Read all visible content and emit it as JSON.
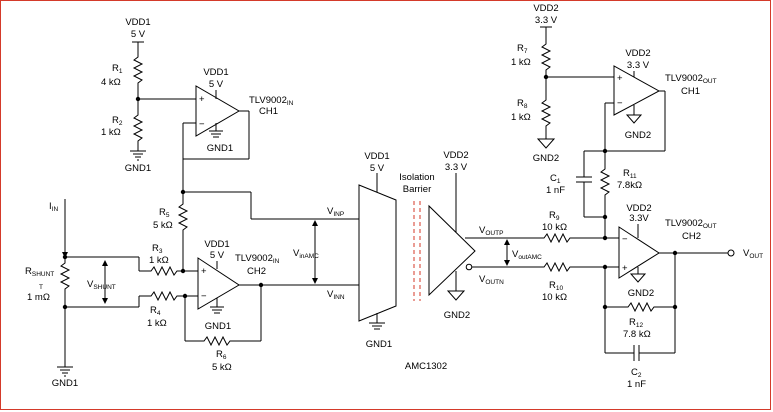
{
  "supplies": {
    "vdd1_top": "VDD1",
    "vdd1_top_v": "5 V",
    "vdd1_op1": "VDD1",
    "vdd1_op1_v": "5 V",
    "vdd1_op2": "VDD1",
    "vdd1_op2_v": "5 V",
    "vdd1_amc": "VDD1",
    "vdd1_amc_v": "5 V",
    "vdd2_amc": "VDD2",
    "vdd2_amc_v": "3.3 V",
    "vdd2_top": "VDD2",
    "vdd2_top_v": "3.3 V",
    "vdd2_op3": "VDD2",
    "vdd2_op3_v": "3.3 V",
    "vdd2_op4": "VDD2",
    "vdd2_op4_v": "3.3V"
  },
  "grounds": {
    "gnd1_r2": "GND1",
    "gnd1_op1": "GND1",
    "gnd1_op2": "GND1",
    "gnd1_amc": "GND1",
    "gnd1_shunt": "GND1",
    "gnd2_amc": "GND2",
    "gnd2_r8": "GND2",
    "gnd2_op3": "GND2",
    "gnd2_op4": "GND2"
  },
  "resistors": {
    "r1": {
      "name": "R",
      "sub": "1",
      "value": "4 kΩ"
    },
    "r2": {
      "name": "R",
      "sub": "2",
      "value": "1 kΩ"
    },
    "r3": {
      "name": "R",
      "sub": "3",
      "value": "1 kΩ"
    },
    "r4": {
      "name": "R",
      "sub": "4",
      "value": "1 kΩ"
    },
    "r5": {
      "name": "R",
      "sub": "5",
      "value": "5 kΩ"
    },
    "r6": {
      "name": "R",
      "sub": "6",
      "value": "5 kΩ"
    },
    "r7": {
      "name": "R",
      "sub": "7",
      "value": "1 kΩ"
    },
    "r8": {
      "name": "R",
      "sub": "8",
      "value": "1 kΩ"
    },
    "r9": {
      "name": "R",
      "sub": "9",
      "value": "10 kΩ"
    },
    "r10": {
      "name": "R",
      "sub": "10",
      "value": "10 kΩ"
    },
    "r11": {
      "name": "R",
      "sub": "11",
      "value": "7.8kΩ"
    },
    "r12": {
      "name": "R",
      "sub": "12",
      "value": "7.8 kΩ"
    },
    "rshunt": {
      "name": "R",
      "sub": "SHUNT",
      "extra": "T",
      "value": "1 mΩ"
    }
  },
  "capacitors": {
    "c1": {
      "name": "C",
      "sub": "1",
      "value": "1 nF"
    },
    "c2": {
      "name": "C",
      "sub": "2",
      "value": "1 nF"
    }
  },
  "opamps": {
    "op1": {
      "name": "TLV9002",
      "sub": "IN",
      "ch": "CH1"
    },
    "op2": {
      "name": "TLV9002",
      "sub": "IN",
      "ch": "CH2"
    },
    "op3": {
      "name": "TLV9002",
      "sub": "OUT",
      "ch": "CH1"
    },
    "op4": {
      "name": "TLV9002",
      "sub": "OUT",
      "ch": "CH2"
    }
  },
  "signals": {
    "iin": "I",
    "iin_sub": "IN",
    "vshunt": "V",
    "vshunt_sub": "SHUNT",
    "vinamc": "V",
    "vinamc_sub": "inAMC",
    "vinp": "V",
    "vinp_sub": "INP",
    "vinn": "V",
    "vinn_sub": "INN",
    "voutp": "V",
    "voutp_sub": "OUTP",
    "voutn": "V",
    "voutn_sub": "OUTN",
    "voutamc": "V",
    "voutamc_sub": "outAMC",
    "vout": "V",
    "vout_sub": "OUT"
  },
  "barrier": {
    "line1": "Isolation",
    "line2": "Barrier"
  },
  "ic": {
    "name": "AMC1302"
  },
  "opamp_pins": {
    "plus": "+",
    "minus": "−"
  }
}
